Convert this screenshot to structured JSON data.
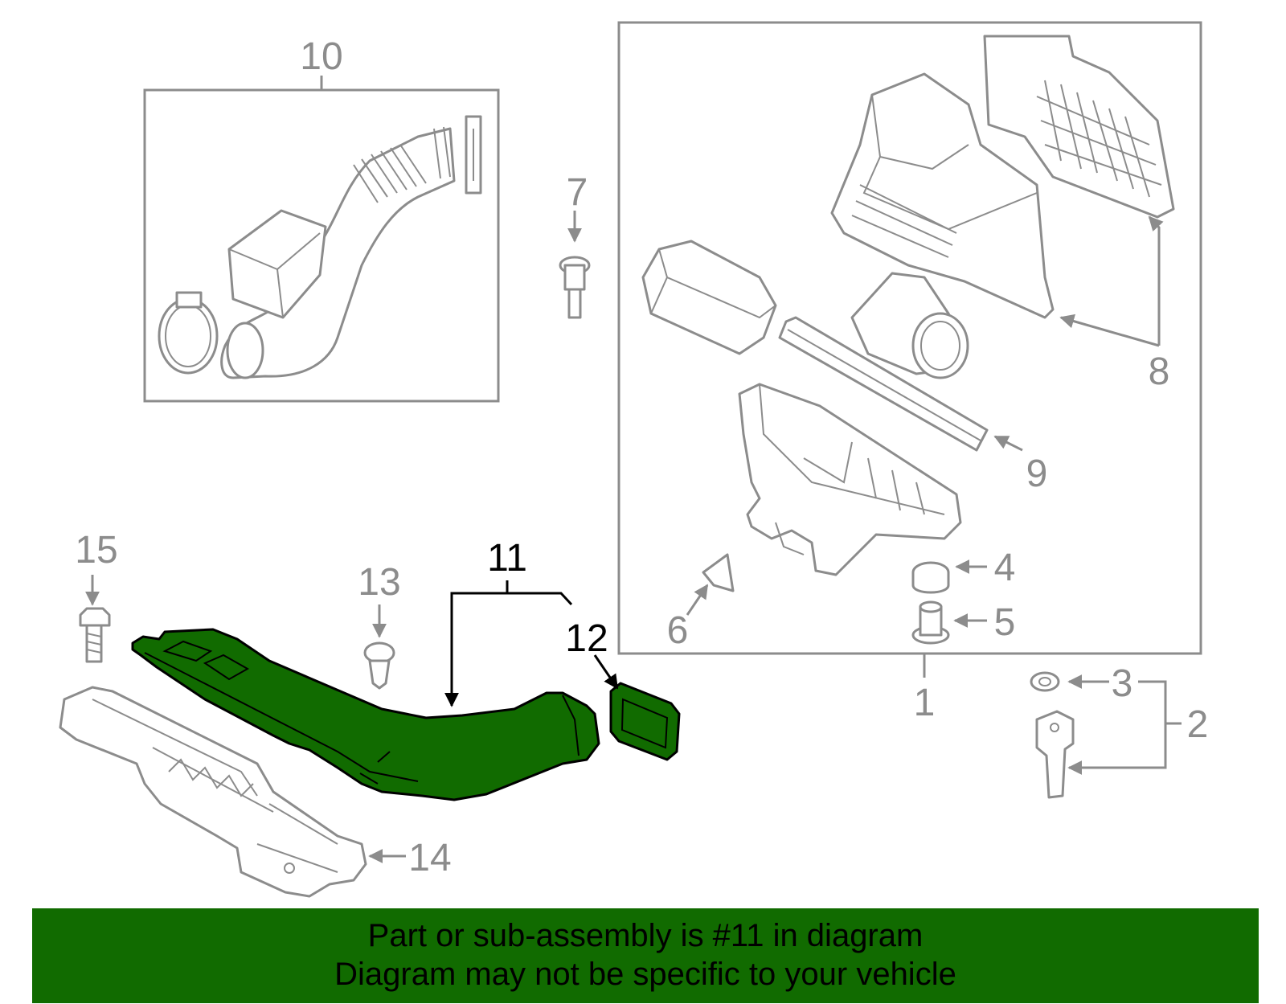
{
  "diagram": {
    "callouts": [
      "1",
      "2",
      "3",
      "4",
      "5",
      "6",
      "7",
      "8",
      "9",
      "10",
      "11",
      "12",
      "13",
      "14",
      "15"
    ],
    "highlighted_part": "11",
    "highlight_color": "#116b00",
    "line_color": "#8c8c8c"
  },
  "banner": {
    "line1": "Part or sub-assembly is #11 in diagram",
    "line2": "Diagram may not be specific to your vehicle",
    "background": "#116b00"
  }
}
